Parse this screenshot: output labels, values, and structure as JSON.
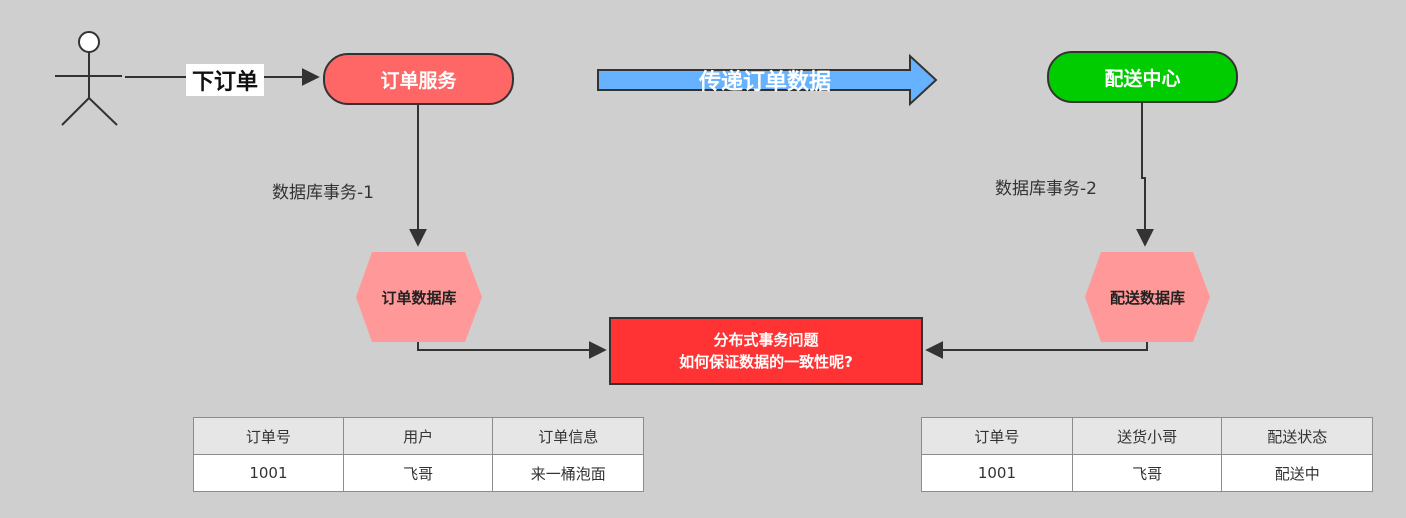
{
  "diagram": {
    "edge_place_order": "下订单",
    "node_order_service": "订单服务",
    "node_delivery_center": "配送中心",
    "arrow_pass_data": "传递订单数据",
    "label_db_tx_1": "数据库事务-1",
    "label_db_tx_2": "数据库事务-2",
    "node_order_db": "订单数据库",
    "node_delivery_db": "配送数据库",
    "problem_line1": "分布式事务问题",
    "problem_line2": "如何保证数据的一致性呢?"
  },
  "order_table": {
    "headers": [
      "订单号",
      "用户",
      "订单信息"
    ],
    "row": [
      "1001",
      "飞哥",
      "来一桶泡面"
    ]
  },
  "delivery_table": {
    "headers": [
      "订单号",
      "送货小哥",
      "配送状态"
    ],
    "row": [
      "1001",
      "飞哥",
      "配送中"
    ]
  },
  "colors": {
    "order_service": "#ff6666",
    "delivery_center": "#00cc00",
    "database": "#ff9999",
    "problem_box": "#ff3333",
    "big_arrow": "#66b2ff",
    "background": "#cfcfcf"
  }
}
